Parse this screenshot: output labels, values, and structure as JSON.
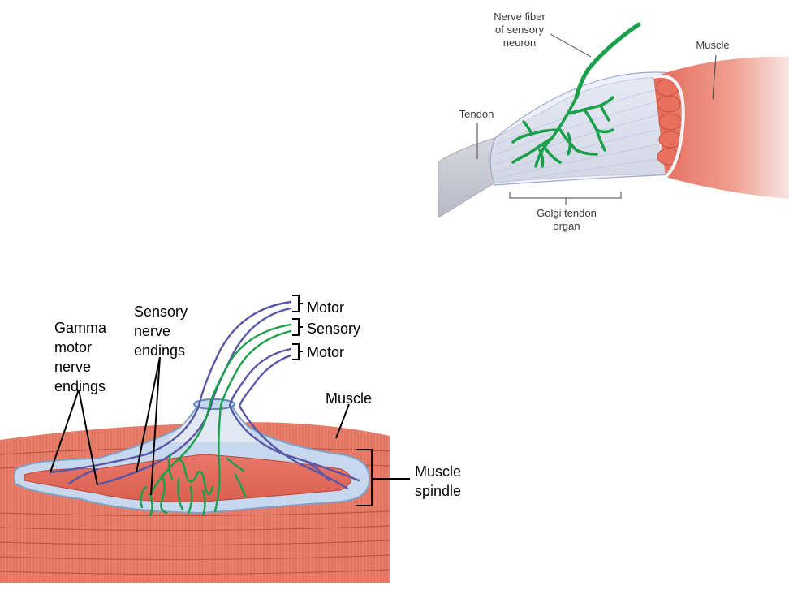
{
  "golgi": {
    "nerve_label": [
      "Nerve fiber",
      "of sensory",
      "neuron"
    ],
    "muscle_label": "Muscle",
    "tendon_label": "Tendon",
    "organ_label": [
      "Golgi tendon",
      "organ"
    ]
  },
  "spindle": {
    "gamma_label": [
      "Gamma",
      "motor",
      "nerve",
      "endings"
    ],
    "sensory_endings_label": [
      "Sensory",
      "nerve",
      "endings"
    ],
    "fiber_labels": [
      "Motor",
      "Sensory",
      "Motor"
    ],
    "muscle_label": "Muscle",
    "spindle_label": [
      "Muscle",
      "spindle"
    ]
  },
  "colors": {
    "sensory": "#1aa04a",
    "motor": "#5a57a6",
    "muscle": "#e8806d",
    "tendon": "#dcdce6"
  }
}
